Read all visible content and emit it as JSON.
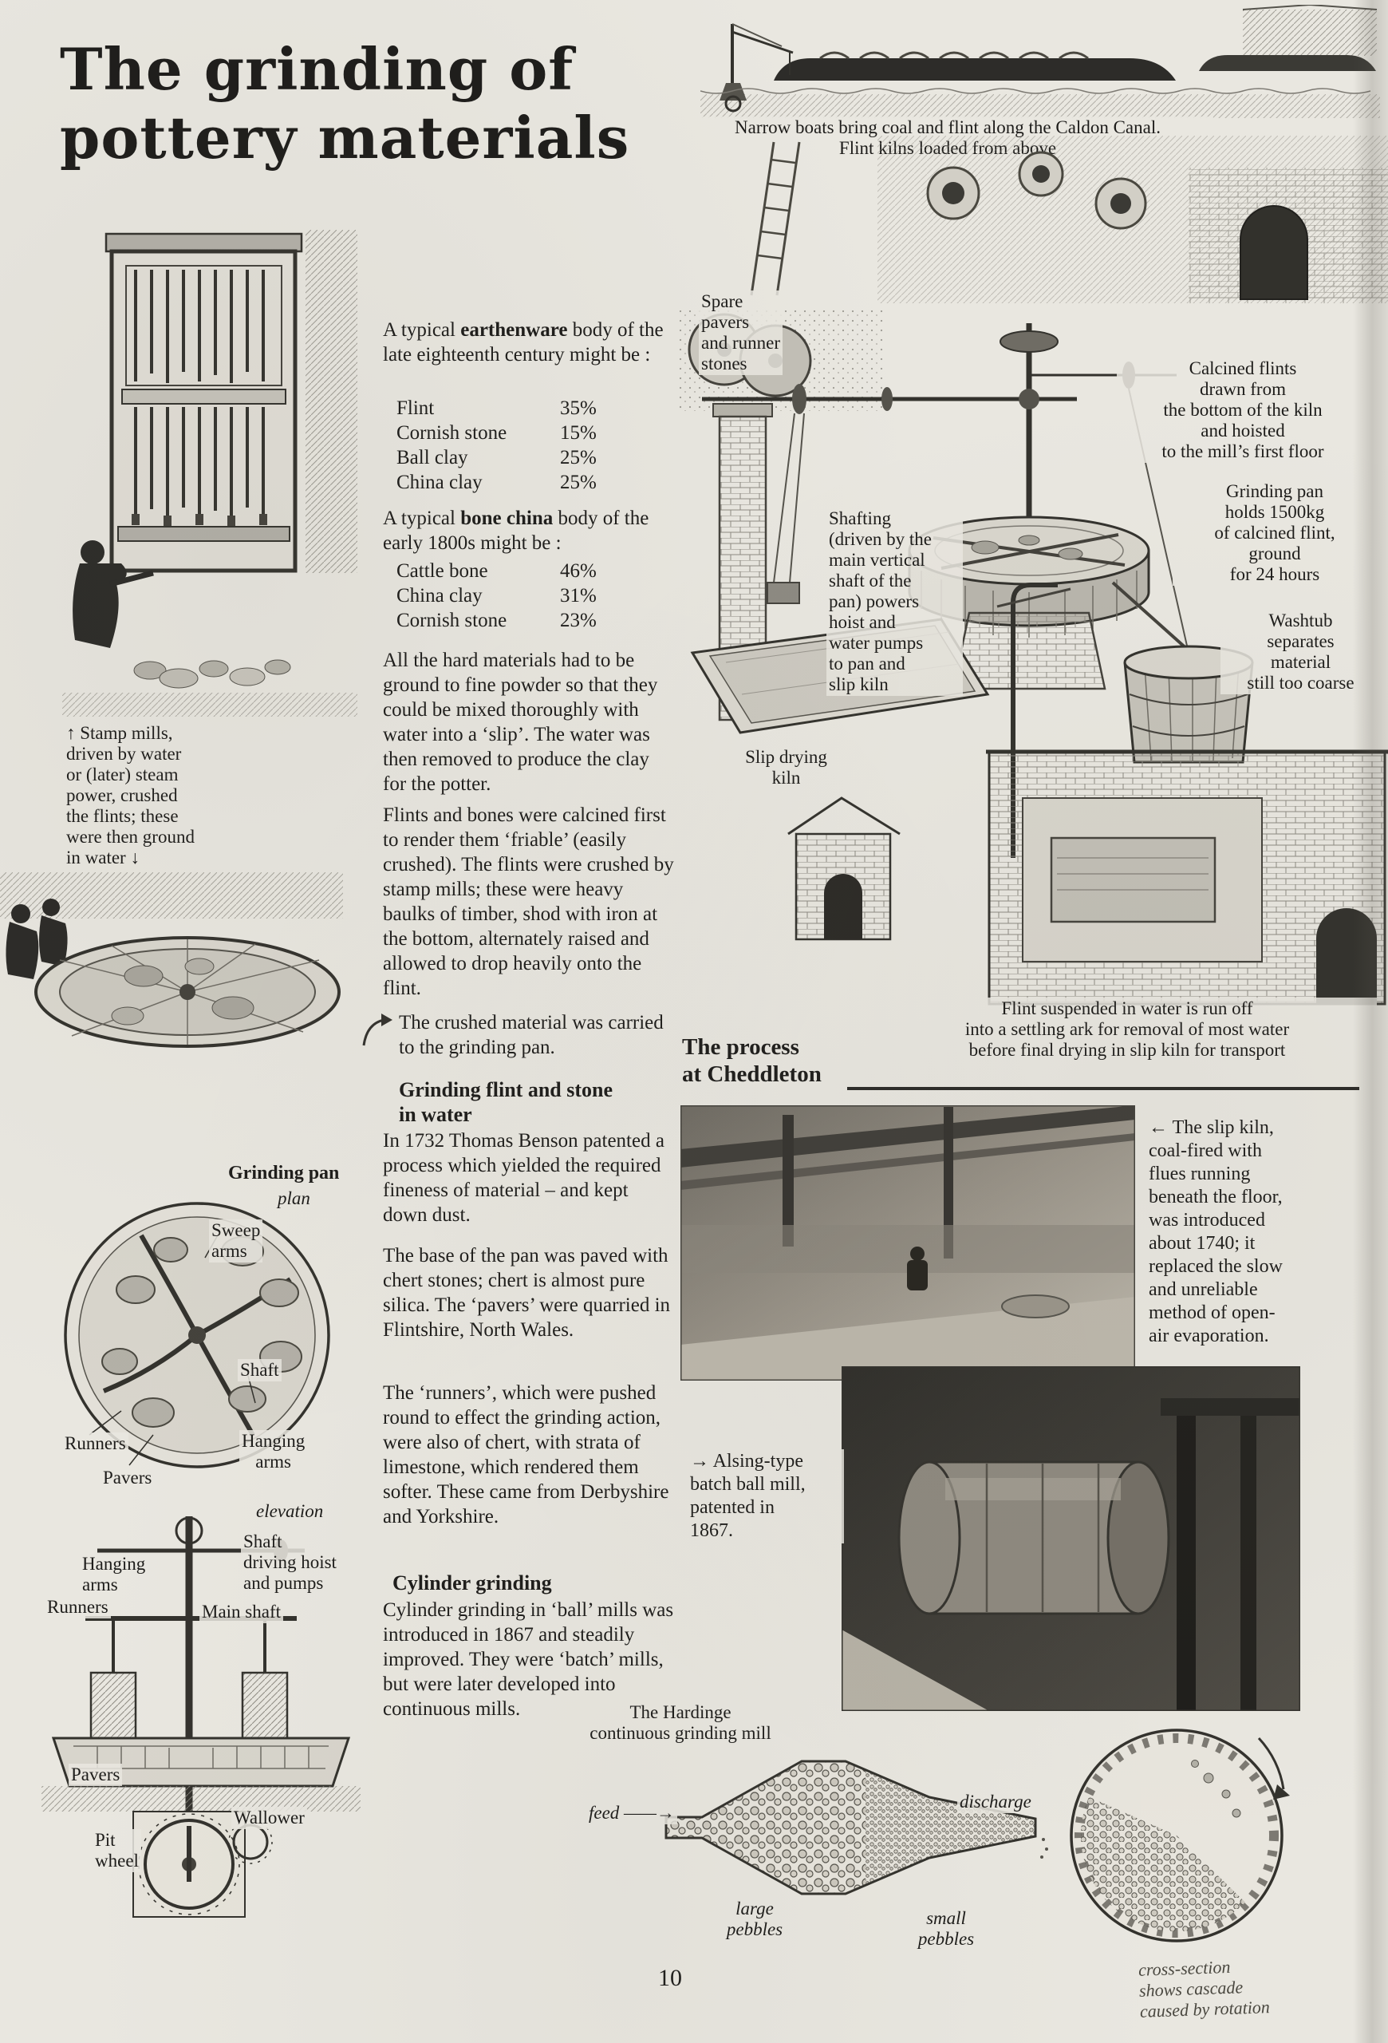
{
  "title": {
    "line1": "The grinding of",
    "line2": "pottery materials"
  },
  "canal": {
    "caption": "Narrow boats bring coal and flint along the Caldon Canal.\nFlint kilns loaded from above"
  },
  "stamp": {
    "caption": "↑ Stamp mills,\ndriven by water\nor (later) steam\npower, crushed\nthe flints; these\nwere then ground\nin water ↓"
  },
  "main": {
    "earthenware": {
      "pre": "A typical ",
      "bold": "earthenware",
      "post": " body of the late eighteenth century might be :",
      "rows": [
        {
          "name": "Flint",
          "value": "35%"
        },
        {
          "name": "Cornish stone",
          "value": "15%"
        },
        {
          "name": "Ball clay",
          "value": "25%"
        },
        {
          "name": "China clay",
          "value": "25%"
        }
      ]
    },
    "bonechina": {
      "pre": "A typical ",
      "bold": "bone china",
      "post": " body of the early 1800s might be :",
      "rows": [
        {
          "name": "Cattle bone",
          "value": "46%"
        },
        {
          "name": "China clay",
          "value": "31%"
        },
        {
          "name": "Cornish stone",
          "value": "23%"
        }
      ]
    },
    "para1": "All the hard materials had to be ground to fine powder so that they could be mixed thoroughly with water into a ‘slip’. The water was then removed to produce the clay for the potter.",
    "para2": "Flints and bones were calcined first to render them ‘friable’ (easily crushed). The flints were crushed by stamp mills; these were heavy baulks of timber, shod with iron at the bottom, alternately raised and allowed to drop heavily onto the flint.",
    "para3": "The crushed material was carried to the grinding pan.",
    "heading1": "Grinding flint and stone\nin water",
    "para4": "In 1732 Thomas Benson patented a process which yielded the required fineness of material – and kept down dust.",
    "para5": "The base of the pan was paved with chert stones; chert is almost pure silica. The ‘pavers’ were quarried in Flintshire, North Wales.",
    "para6": "The ‘runners’, which were pushed round to effect the grinding action, were also of chert, with strata of limestone, which rendered them softer. These came from Derbyshire and Yorkshire.",
    "heading2": "Cylinder grinding",
    "para7": "Cylinder grinding in ‘ball’ mills was introduced in 1867 and steadily improved. They were ‘batch’ mills, but were later developed into continuous mills."
  },
  "diagram": {
    "spare_pavers": "Spare\npavers\nand runner\nstones",
    "calcined": "Calcined flints\ndrawn from\nthe bottom of the kiln\nand hoisted\nto the mill’s first floor",
    "grinding_pan": "Grinding pan\nholds 1500kg\nof calcined flint,\nground\nfor 24 hours",
    "shafting": "Shafting\n(driven by the\nmain vertical\nshaft of the\npan) powers\nhoist and\nwater pumps\nto pan and\nslip kiln",
    "washtub": "Washtub\nseparates\nmaterial\nstill too coarse",
    "slip_kiln": "Slip drying\nkiln",
    "settling": "Flint suspended in water is run off\ninto a settling ark for removal of most water\nbefore final drying in slip kiln for transport"
  },
  "cheddleton": {
    "heading": "The process\nat Cheddleton",
    "slip_caption": "← The slip kiln,\ncoal-fired with\nflues running\nbeneath the floor,\nwas introduced\nabout 1740; it\nreplaced the slow\nand unreliable\nmethod of open-\nair evaporation.",
    "ball_caption": "→ Alsing-type\nbatch ball mill,\npatented in\n1867."
  },
  "plan": {
    "title": "Grinding pan",
    "subtitle": "plan",
    "sweep": "Sweep\narms",
    "shaft": "Shaft",
    "runners": "Runners",
    "hanging": "Hanging\narms",
    "pavers": "Pavers"
  },
  "elevation": {
    "title": "elevation",
    "shaft_drive": "Shaft\ndriving hoist\nand pumps",
    "hanging": "Hanging\narms",
    "runners": "Runners",
    "main_shaft": "Main shaft",
    "pavers": "Pavers",
    "wallower": "Wallower",
    "pit_wheel": "Pit\nwheel"
  },
  "hardinge": {
    "title": "The Hardinge\ncontinuous grinding mill",
    "feed": "feed ——→",
    "discharge": "discharge",
    "large": "large\npebbles",
    "small": "small\npebbles"
  },
  "cross_section": {
    "caption": "cross-section\nshows cascade\ncaused by rotation"
  },
  "page_number": "10"
}
